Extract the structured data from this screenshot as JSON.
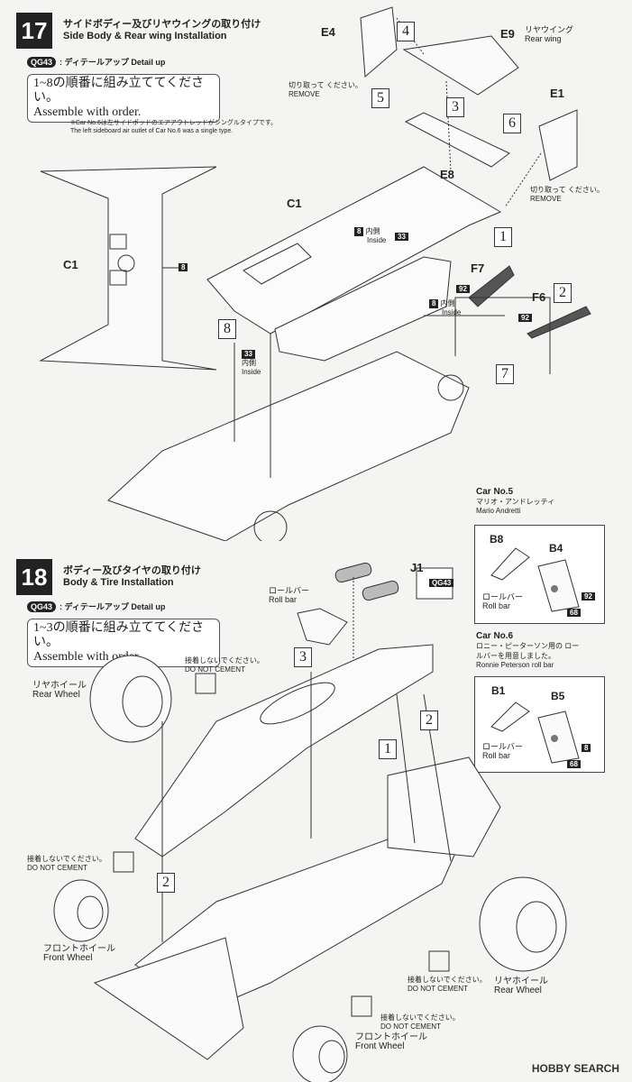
{
  "step17": {
    "number": "17",
    "title_jp": "サイドボディー及びリヤウイングの取り付け",
    "title_en": "Side Body & Rear wing Installation",
    "qg_tag": "QG43",
    "qg_label": ": ディテールアップ Detail up",
    "note_jp": "1~8の順番に組み立ててください。",
    "note_en": "Assemble with order.",
    "footnote_jp": "※Car No.6は左サイドポッドのエアアウトレッドがシングルタイプです。",
    "footnote_en": "The left sideboard air outlet of Car No.6 was a single type.",
    "parts": {
      "e4": "E4",
      "e9": "E9",
      "e9_jp": "リヤウイング",
      "e9_en": "Rear wing",
      "e1": "E1",
      "e8": "E8",
      "c1a": "C1",
      "c1b": "C1",
      "f7": "F7",
      "f6": "F6"
    },
    "remove1_jp": "切り取って ください。",
    "remove1_en": "REMOVE",
    "remove2_jp": "切り取って ください。",
    "remove2_en": "REMOVE",
    "inside1_num": "8",
    "inside1_jp": "内側",
    "inside1_en": "Inside",
    "inside1_num2": "33",
    "inside2_num": "8",
    "inside2_jp": "内側",
    "inside2_en": "Inside",
    "inside3_num": "33",
    "inside3_jp": "内側",
    "inside3_en": "Inside",
    "c1_num": "8",
    "f7_num": "92",
    "f6_num": "92",
    "order": [
      "1",
      "2",
      "3",
      "4",
      "5",
      "6",
      "7",
      "8"
    ]
  },
  "step18": {
    "number": "18",
    "title_jp": "ボディー及びタイヤの取り付け",
    "title_en": "Body & Tire Installation",
    "qg_tag": "QG43",
    "qg_label": ": ディテールアップ Detail up",
    "note_jp": "1~3の順番に組み立ててください。",
    "note_en": "Assemble with order.",
    "rollbar_jp": "ロールバー",
    "rollbar_en": "Roll bar",
    "j1": "J1",
    "j1_tag": "QG43",
    "rear_wheel_jp": "リヤホイール",
    "rear_wheel_en": "Rear Wheel",
    "front_wheel_jp": "フロントホイール",
    "front_wheel_en": "Front Wheel",
    "dnc_jp": "接着しないでください。",
    "dnc_en": "DO NOT CEMENT",
    "order": [
      "1",
      "2",
      "3"
    ],
    "car5": {
      "title": "Car No.5",
      "driver_jp": "マリオ・アンドレッティ",
      "driver_en": "Mario Andretti",
      "parts": [
        "B8",
        "B4"
      ],
      "rollbar_jp": "ロールバー",
      "rollbar_en": "Roll bar",
      "nums": [
        "92",
        "68"
      ]
    },
    "car6": {
      "title": "Car No.6",
      "note_jp": "ロニー・ピーターソン用の ロールバーを用意しました。",
      "note_en": "Ronnie Peterson roll bar",
      "parts": [
        "B1",
        "B5"
      ],
      "rollbar_jp": "ロールバー",
      "rollbar_en": "Roll bar",
      "nums": [
        "8",
        "68"
      ]
    }
  },
  "watermark": "HOBBY SEARCH"
}
